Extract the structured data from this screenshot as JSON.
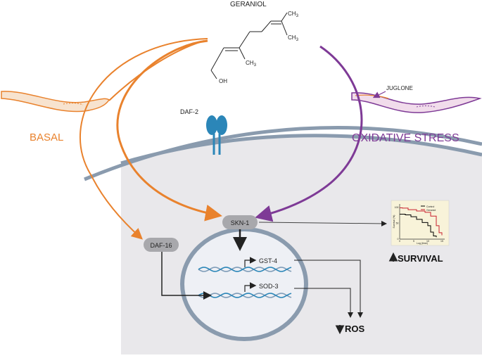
{
  "molecule": {
    "name": "GERANIOL",
    "methyl_top": "CH",
    "methyl_top_sub": "3",
    "methyl_mid": "CH",
    "methyl_mid_sub": "3",
    "methyl_low": "CH",
    "methyl_low_sub": "3",
    "hydroxyl": "OH"
  },
  "conditions": {
    "basal": "BASAL",
    "oxidative": "OXIDATIVE STRESS",
    "stressor": "JUGLONE"
  },
  "receptor": {
    "label": "DAF-2"
  },
  "factors": {
    "skn1": "SKN-1",
    "daf16": "DAF-16"
  },
  "genes": {
    "gst4": "GST-4",
    "sod3": "SOD-3"
  },
  "outcomes": {
    "survival": "SURVIVAL",
    "ros": "ROS"
  },
  "colors": {
    "basal": "#E9822D",
    "oxidative": "#7E3A96",
    "receptor": "#2B86B8",
    "cell": "#E9E8EB",
    "membrane": "#8A9BAE",
    "nucleus": "#EEF0F5",
    "pill": "#A8A8AC",
    "control_curve": "#000000",
    "geraniol_curve": "#C8202E"
  },
  "survival_plot": {
    "legend": [
      "Control",
      "Geraniol"
    ],
    "x_ticks": [
      "0",
      "5",
      "10",
      "15"
    ],
    "y_ticks": [
      "0",
      "50",
      "100"
    ],
    "xlabel": "Log (time)",
    "ylabel": "Survival (%)",
    "series": [
      {
        "name": "Control",
        "x": [
          0,
          2,
          4,
          6,
          8,
          10,
          11,
          12,
          13
        ],
        "y": [
          78,
          76,
          70,
          62,
          52,
          42,
          22,
          10,
          6
        ]
      },
      {
        "name": "Geraniol",
        "x": [
          0,
          1,
          3,
          6,
          9,
          11,
          13,
          14,
          15
        ],
        "y": [
          98,
          97,
          92,
          88,
          84,
          72,
          42,
          20,
          12
        ]
      }
    ],
    "xlim": [
      0,
      16
    ],
    "ylim": [
      0,
      110
    ]
  }
}
